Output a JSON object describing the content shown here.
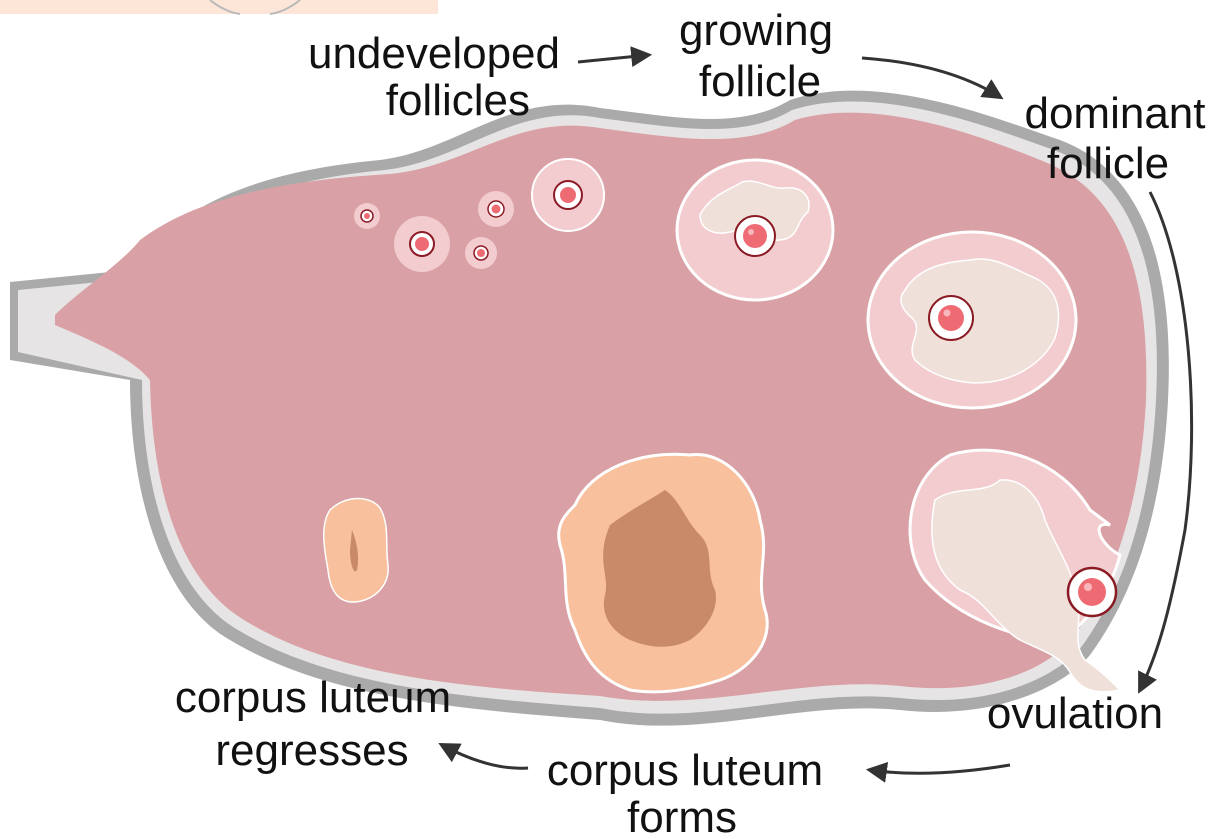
{
  "labels": {
    "undeveloped_1": "undeveloped",
    "undeveloped_2": "follicles",
    "growing_1": "growing",
    "growing_2": "follicle",
    "dominant_1": "dominant",
    "dominant_2": "follicle",
    "ovulation": "ovulation",
    "cl_forms_1": "corpus luteum",
    "cl_forms_2": "forms",
    "cl_regresses_1": "corpus luteum",
    "cl_regresses_2": "regresses"
  },
  "colors": {
    "capsule": "#aaaaaa",
    "capsule_inner": "#e6e4e4",
    "stroma": "#d9a0a5",
    "follicle_halo": "#f3ccd0",
    "antrum": "#efe0da",
    "oocyte": "#ee6b73",
    "luteum": "#f8c09d",
    "luteum_core": "#c98a6a",
    "arrow": "#333333",
    "corner_patch": "#fde6d8"
  }
}
